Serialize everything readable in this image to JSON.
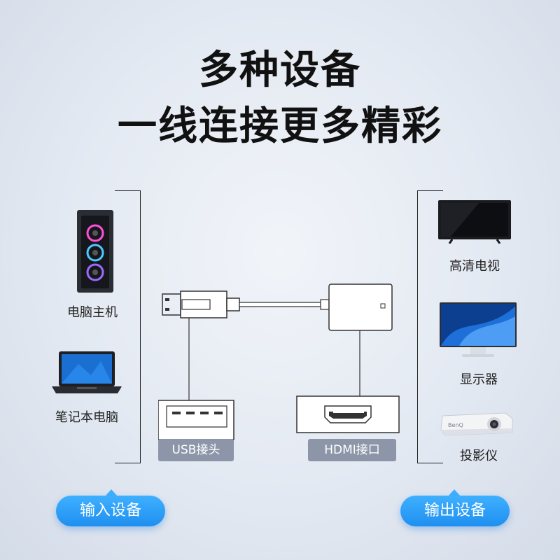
{
  "headline": {
    "line1": "多种设备",
    "line2": "一线连接更多精彩"
  },
  "input_devices": [
    {
      "label": "电脑主机",
      "icon": "desktop-tower-icon"
    },
    {
      "label": "笔记本电脑",
      "icon": "laptop-icon"
    }
  ],
  "output_devices": [
    {
      "label": "高清电视",
      "icon": "tv-icon"
    },
    {
      "label": "显示器",
      "icon": "monitor-icon"
    },
    {
      "label": "投影仪",
      "icon": "projector-icon",
      "brand": "BenQ"
    }
  ],
  "ports": {
    "usb_label": "USB接头",
    "hdmi_label": "HDMI接口"
  },
  "badges": {
    "input": "输入设备",
    "output": "输出设备"
  },
  "colors": {
    "accent": "#2a9df4",
    "port_label_bg": "#8c96a8",
    "headline": "#111111"
  }
}
